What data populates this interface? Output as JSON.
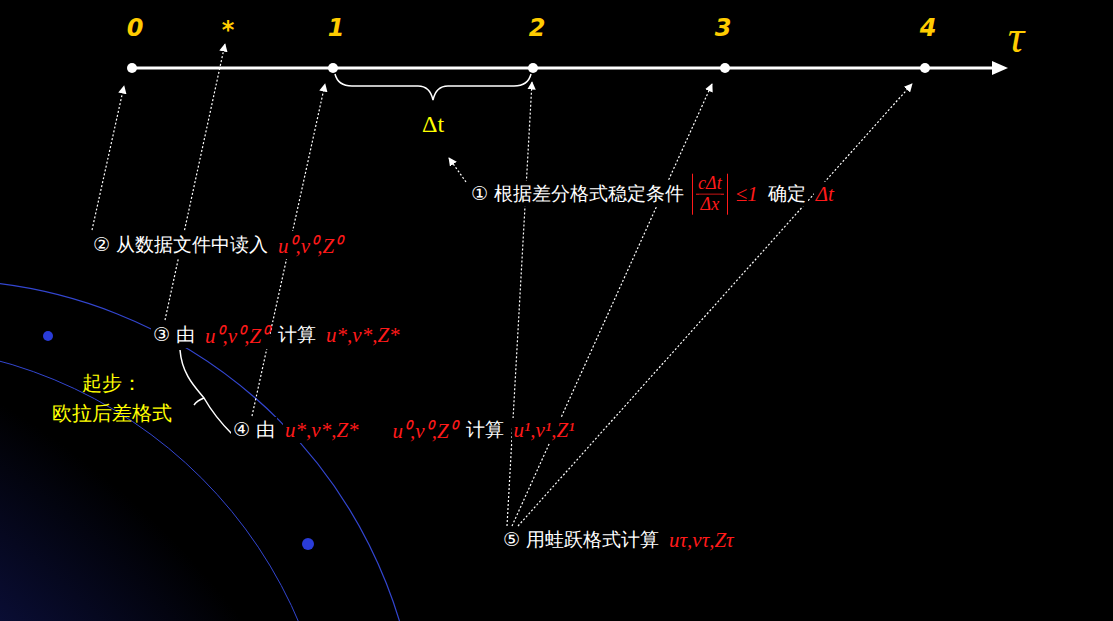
{
  "diagram": {
    "labels": [
      "0",
      "*",
      "1",
      "2",
      "3",
      "4",
      "τ",
      "Δt",
      "① 根据差分格式稳定条件",
      "cΔt",
      "Δx",
      "≤1",
      "确定",
      "Δt",
      "② 从数据文件中读入",
      "u⁰,v⁰,Z⁰",
      "③ 由",
      "u⁰,v⁰,Z⁰",
      "计算",
      "u*,v*,Z*",
      "起步： 欧拉后差格式",
      "④ 由",
      "u*,v*,Z*",
      "u⁰,v⁰,Z⁰",
      "计算",
      "u¹,v¹,Z¹",
      "⑤ 用蛙跃格式计算",
      "uτ,vτ,Zτ"
    ]
  }
}
